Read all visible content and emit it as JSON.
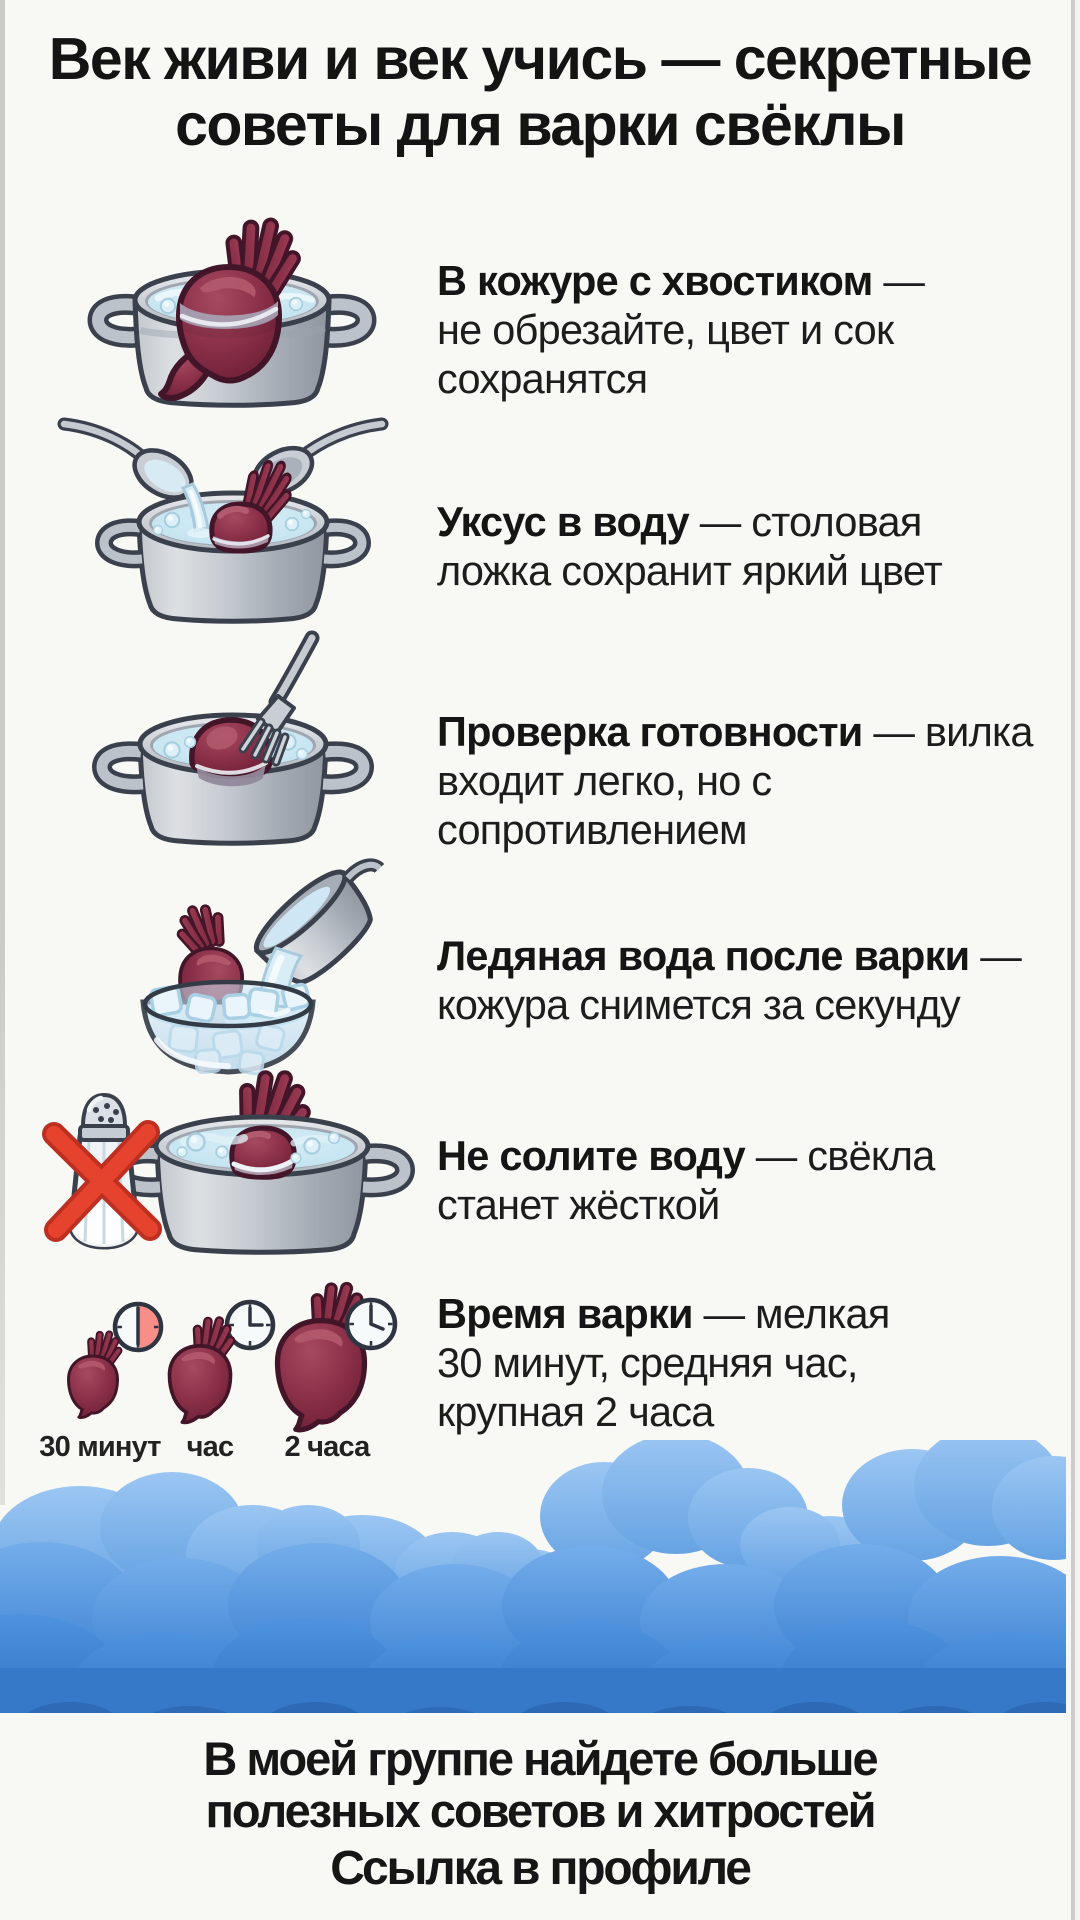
{
  "title": {
    "line1": "Век живи и век учись — секретные",
    "line2": "советы для варки свёклы"
  },
  "tips": [
    {
      "illustration": "beet-in-pot",
      "lines": [
        {
          "b": "В кожуре с хвостиком",
          "r": " —"
        },
        {
          "b": "",
          "r": "не обрезайте, цвет и сок"
        },
        {
          "b": "",
          "r": "сохранятся"
        }
      ]
    },
    {
      "illustration": "vinegar-spoons-pot",
      "lines": [
        {
          "b": "Уксус в воду",
          "r": " — столовая"
        },
        {
          "b": "",
          "r": "ложка сохранит яркий цвет"
        }
      ]
    },
    {
      "illustration": "fork-test-pot",
      "lines": [
        {
          "b": "Проверка готовности",
          "r": " — вилка"
        },
        {
          "b": "",
          "r": "входит легко, но с"
        },
        {
          "b": "",
          "r": "сопротивлением"
        }
      ]
    },
    {
      "illustration": "ice-water-bowl",
      "lines": [
        {
          "b": "Ледяная вода после варки",
          "r": " —"
        },
        {
          "b": "",
          "r": "кожура снимется за секунду"
        }
      ]
    },
    {
      "illustration": "no-salt-pot",
      "lines": [
        {
          "b": "Не солите воду",
          "r": " — свёкла"
        },
        {
          "b": "",
          "r": "станет жёсткой"
        }
      ]
    },
    {
      "illustration": "cooking-time-beets",
      "lines": [
        {
          "b": "Время варки",
          "r": " — мелкая"
        },
        {
          "b": "",
          "r": "30 минут, средняя час,"
        },
        {
          "b": "",
          "r": "крупная 2 часа"
        }
      ]
    }
  ],
  "time_labels": [
    "30 минут",
    "час",
    "2 часа"
  ],
  "footer": {
    "line1": "В моей группе найдете больше",
    "line2": "полезных советов и хитростей",
    "line3": "Ссылка в профиле"
  },
  "colors": {
    "background": "#f8f8f5",
    "text": "#161616",
    "beet": "#7f2a42",
    "pot": "#c2c7cd",
    "water": "#cde6f2",
    "cloud_blue": "#4a8dd6",
    "no_salt_cross": "#e0442f"
  }
}
